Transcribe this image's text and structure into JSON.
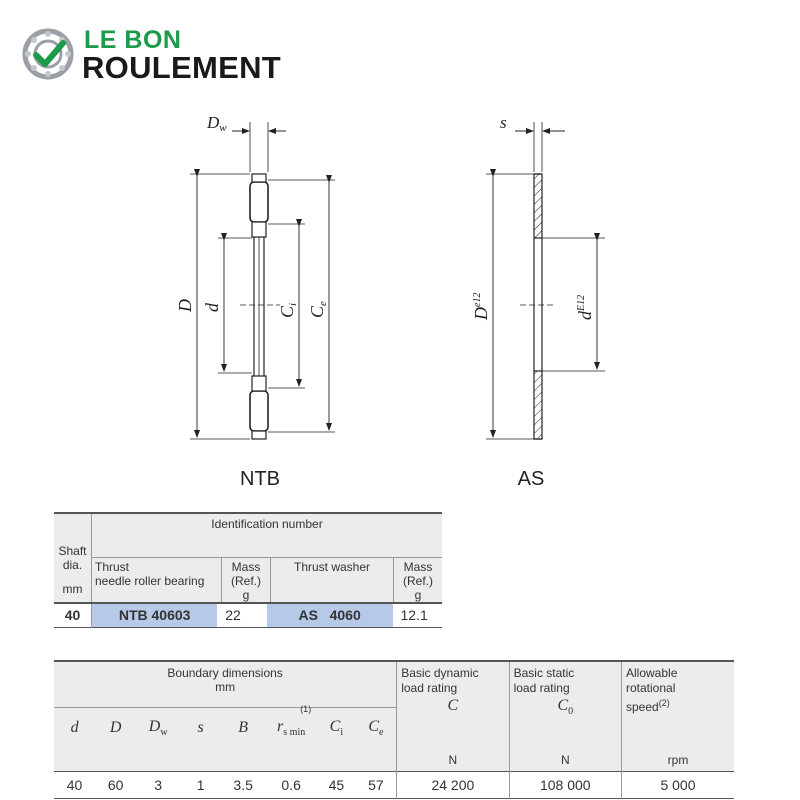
{
  "logo": {
    "line1": "LE BON",
    "line2": "ROULEMENT"
  },
  "drawing": {
    "ntb_caption": "NTB",
    "as_caption": "AS",
    "labels": {
      "Dw": "D",
      "Dw_sub": "w",
      "D": "D",
      "d": "d",
      "Ci": "C",
      "Ci_sub": "i",
      "Ce": "C",
      "Ce_sub": "e",
      "s": "s",
      "D_as": "D",
      "D_as_sup": "e12",
      "d_as": "d",
      "d_as_sup": "E12"
    }
  },
  "table1": {
    "shaft_header": "Shaft\ndia.",
    "shaft_unit": "mm",
    "identification_header": "Identification number",
    "bearing_header": "Thrust\nneedle roller bearing",
    "mass_header": "Mass\n(Ref.)",
    "mass_unit": "g",
    "washer_header": "Thrust washer",
    "washer_mass_header": "Mass\n(Ref.)",
    "washer_mass_unit": "g",
    "row": {
      "shaft": "40",
      "bearing": "NTB 40603",
      "mass": "22",
      "washer": "AS   4060",
      "washer_mass": "12.1"
    }
  },
  "table2": {
    "boundary_header": "Boundary dimensions",
    "boundary_unit": "mm",
    "dynamic_header": "Basic dynamic\nload rating",
    "dynamic_symbol": "C",
    "dynamic_unit": "N",
    "static_header": "Basic static\nload rating",
    "static_symbol": "C",
    "static_sub": "0",
    "static_unit": "N",
    "speed_header": "Allowable\nrotational\nspeed",
    "speed_note": "(2)",
    "speed_unit": "rpm",
    "rs_note": "(1)",
    "symbols": {
      "d": "d",
      "D": "D",
      "Dw": "D",
      "Dw_sub": "w",
      "s": "s",
      "B": "B",
      "rs": "r",
      "rs_sub": "s min",
      "Ci": "C",
      "Ci_sub": "i",
      "Ce": "C",
      "Ce_sub": "e"
    },
    "row": {
      "d": "40",
      "D": "60",
      "Dw": "3",
      "s": "1",
      "B": "3.5",
      "rs": "0.6",
      "Ci": "45",
      "Ce": "57",
      "C": "24 200",
      "C0": "108 000",
      "speed": "5 000"
    }
  },
  "colors": {
    "brand_green": "#1d9a4a",
    "highlight_blue": "#b7c9e8",
    "header_gray": "#ececec"
  }
}
